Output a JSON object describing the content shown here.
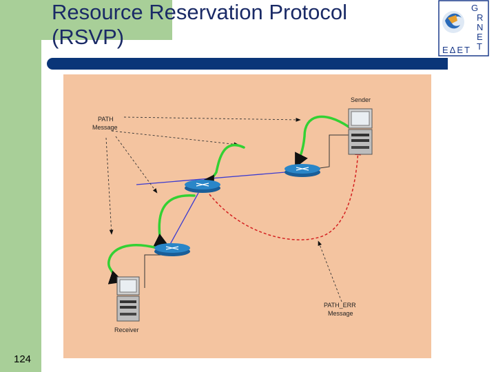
{
  "slide": {
    "title": "Resource Reservation Protocol",
    "title_line2": "(RSVP)",
    "page_number": "124"
  },
  "logo": {
    "letters": [
      "G",
      "R",
      "N",
      "E",
      "T"
    ],
    "subtitle": "ΕΔΕΤ"
  },
  "diagram": {
    "labels": {
      "sender": "Sender",
      "receiver": "Receiver",
      "path_message_line1": "PATH",
      "path_message_line2": "Message",
      "path_err_line1": "PATH_ERR",
      "path_err_line2": "Message"
    },
    "nodes": [
      "sender",
      "router-1",
      "router-2",
      "router-3",
      "receiver"
    ],
    "colors": {
      "background": "#f4c4a0",
      "path_arrows": "#33d133",
      "error_path": "#d42020",
      "links": "#3a3ad0",
      "router": "#2a86c8"
    }
  }
}
